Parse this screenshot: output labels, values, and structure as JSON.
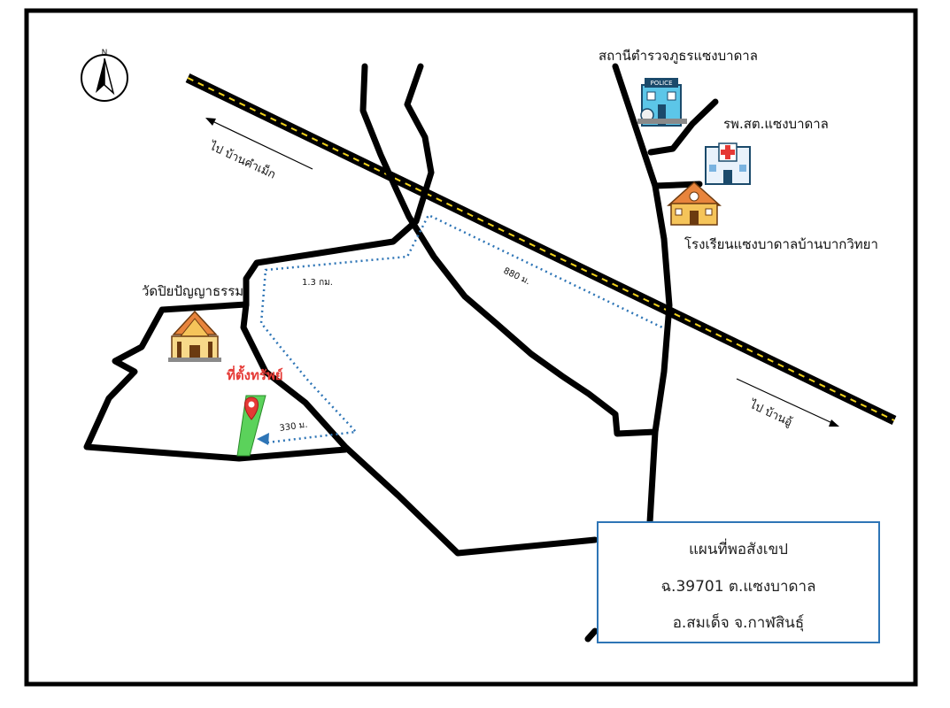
{
  "map": {
    "places": {
      "police": "สถานีตำรวจภูธรแซงบาดาล",
      "health_center": "รพ.สต.แซงบาดาล",
      "school": "โรงเรียนแซงบาดาลบ้านบากวิทยา",
      "temple": "วัดปิยปัญญาธรรม",
      "property": "ที่ตั้งทรัพย์"
    },
    "directions": {
      "to_kham_mek": "ไป บ้านคำเม็ก",
      "to_village_u": "ไป บ้านอู้"
    },
    "distances": {
      "d1": "1.3 กม.",
      "d2": "880 ม.",
      "d3": "330 ม."
    },
    "compass_letter": "N",
    "police_sign": "POLICE",
    "colors": {
      "road": "#000000",
      "highway_center": "#f2d21b",
      "route": "#2e75b6",
      "plot": "#5bd25b",
      "pin": "#e53935",
      "property_label": "#e53935",
      "legend_border": "#2e75b6"
    }
  },
  "legend": {
    "title": "แผนที่พอสังเขป",
    "line2": "ฉ.39701 ต.แซงบาดาล",
    "line3": "อ.สมเด็จ จ.กาฬสินธุ์"
  }
}
